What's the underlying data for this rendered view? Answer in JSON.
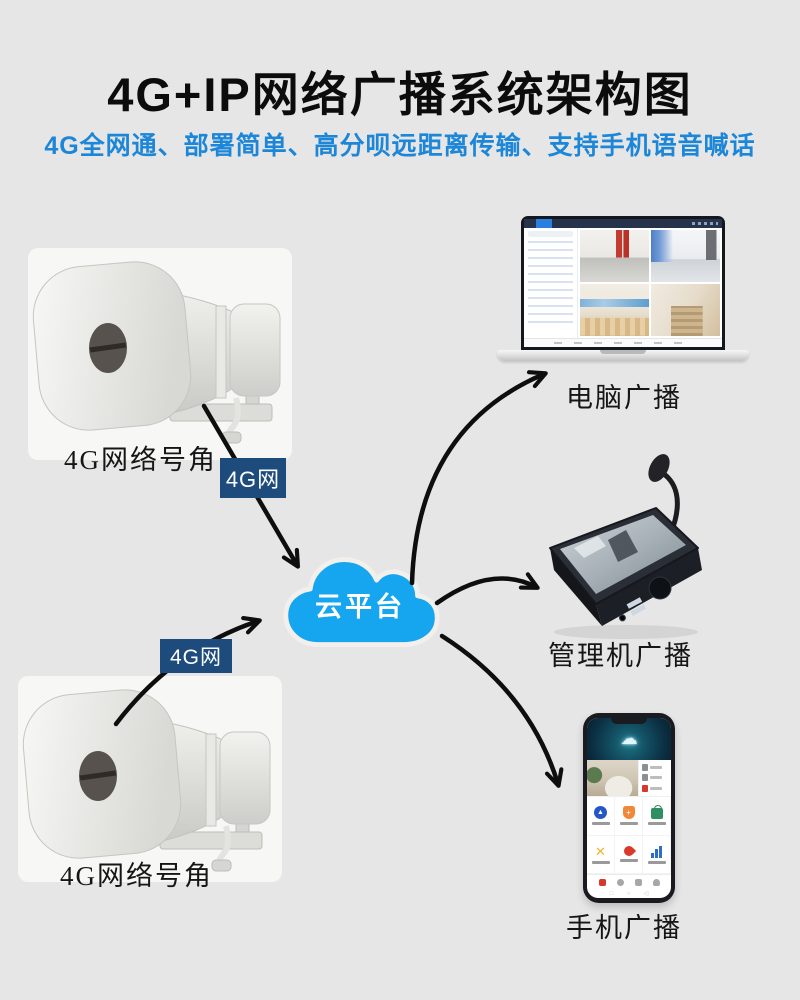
{
  "header": {
    "title": "4G+IP网络广播系统架构图",
    "subtitle": "4G全网通、部署简单、高分呗远距离传输、支持手机语音喊话"
  },
  "cloud": {
    "label": "云平台"
  },
  "links": [
    {
      "label": "4G网"
    },
    {
      "label": "4G网"
    }
  ],
  "nodes": {
    "speaker_top": {
      "label": "4G网络号角"
    },
    "speaker_bottom": {
      "label": "4G网络号角"
    },
    "laptop": {
      "label": "电脑广播"
    },
    "console": {
      "label": "管理机广播"
    },
    "phone": {
      "label": "手机广播"
    }
  },
  "edges": [
    {
      "from": "speaker_top",
      "to": "cloud",
      "label": "4G网"
    },
    {
      "from": "speaker_bottom",
      "to": "cloud",
      "label": "4G网"
    },
    {
      "from": "cloud",
      "to": "laptop"
    },
    {
      "from": "cloud",
      "to": "console"
    },
    {
      "from": "cloud",
      "to": "phone"
    }
  ],
  "colors": {
    "background": "#e6e6e6",
    "title_text": "#0c0c0c",
    "subtitle_blue": "#1c86d8",
    "cloud_blue": "#16a5ef",
    "badge_navy": "#1d4b7c",
    "arrow_black": "#0e0e0e"
  }
}
